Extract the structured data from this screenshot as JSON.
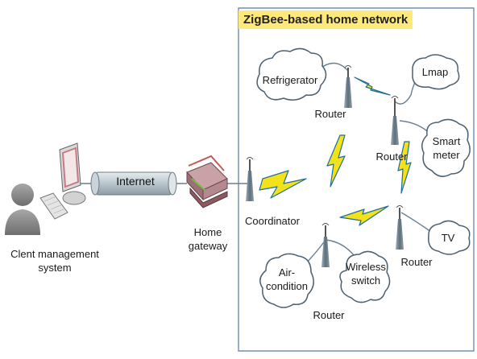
{
  "title": "ZigBee-based home network",
  "internet_label": "Internet",
  "client": {
    "line1": "Clent management",
    "line2": "system"
  },
  "gateway": {
    "line1": "Home",
    "line2": "gateway"
  },
  "coordinator": "Coordinator",
  "routers": {
    "r1": "Router",
    "r2": "Router",
    "r3": "Router",
    "r4": "Router"
  },
  "devices": {
    "refrigerator": "Refrigerator",
    "lmap": "Lmap",
    "smart_meter": {
      "line1": "Smart",
      "line2": "meter"
    },
    "tv": "TV",
    "air_condition": {
      "line1": "Air-",
      "line2": "condition"
    },
    "wireless_switch": {
      "line1": "Wireless",
      "line2": "switch"
    }
  },
  "colors": {
    "title_bg": "#ffe97a",
    "bolt_yellow": "#f2e21c",
    "bolt_outline": "#1e6e9a",
    "border": "#6f8fb3",
    "antenna": "#6d7f8c",
    "pipe": "#a9b6bf"
  }
}
